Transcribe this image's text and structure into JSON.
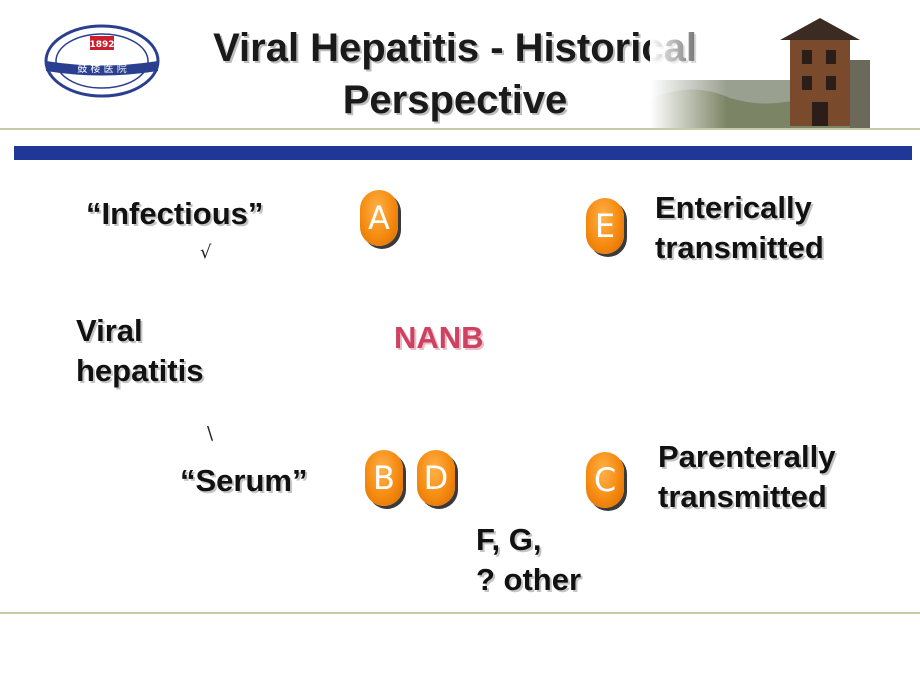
{
  "slide": {
    "title_line1": "Viral Hepatitis - Historical",
    "title_line2": "Perspective"
  },
  "logo": {
    "year": "1892",
    "chinese_text": "鼓 楼 医 院"
  },
  "nodes": {
    "infectious": "“Infectious”",
    "serum": "“Serum”",
    "viral_line1": "Viral",
    "viral_line2": "hepatitis",
    "nanb": "NANB",
    "enteric_line1": "Enterically",
    "enteric_line2": "transmitted",
    "parenteral_line1": "Parenterally",
    "parenteral_line2": "transmitted",
    "fg_line1": "F, G,",
    "fg_line2": "? other"
  },
  "badges": {
    "a": "A",
    "b": "B",
    "c": "C",
    "d": "D",
    "e": "E"
  },
  "marks": {
    "tick_upper": "√",
    "tick_lower": "\\"
  },
  "colors": {
    "badge": "#f58a10",
    "nanb": "#d04060",
    "accent_bar": "#1f3796"
  }
}
